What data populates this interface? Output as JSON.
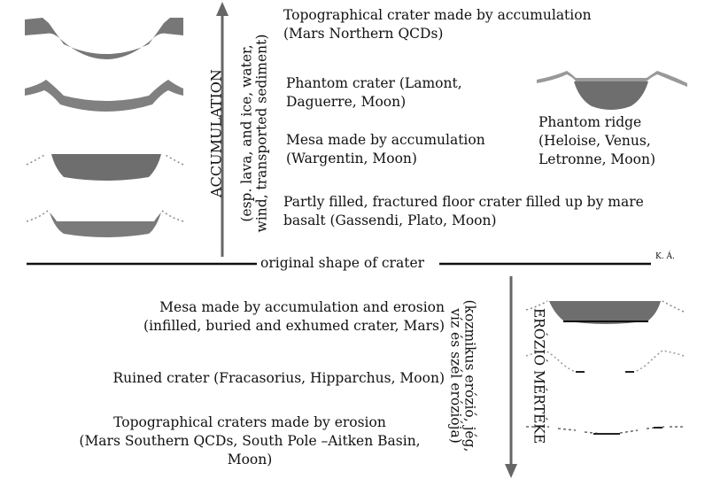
{
  "accumulation": {
    "axis_title": "ACCUMULATION",
    "axis_sub1": "(esp. lava, and ice, water,",
    "axis_sub2": "wind, transported sediment)",
    "items": [
      {
        "line1": "Topographical crater made by accumulation",
        "line2": "(Mars Northern QCDs)"
      },
      {
        "line1": "Phantom crater (Lamont,",
        "line2": "Daguerre, Moon)"
      },
      {
        "line1": "Mesa made by accumulation",
        "line2": "(Wargentin, Moon)"
      },
      {
        "line1": "Partly filled, fractured floor crater filled up by mare",
        "line2": "basalt (Gassendi, Plato, Moon)"
      }
    ],
    "ridge": {
      "line1": "Phantom ridge",
      "line2": "(Heloise, Venus,",
      "line3": "Letronne, Moon)"
    }
  },
  "baseline": {
    "label": "original shape of crater",
    "signature": "K. Á."
  },
  "erosion": {
    "axis_title": "ERÓZIÓ MÉRTÉKE",
    "axis_sub1": "(kozmikus erózió, jég,",
    "axis_sub2": "víz és szél eróziója)",
    "items": [
      {
        "line1": "Mesa made by accumulation and erosion",
        "line2": "(infilled, buried and exhumed crater, Mars)"
      },
      {
        "line1": "Ruined crater (Fracasorius, Hipparchus, Moon)"
      },
      {
        "line1": "Topographical craters made by erosion",
        "line2": "(Mars Southern QCDs, South Pole –Aitken Basin,",
        "line3": "Moon)"
      }
    ]
  }
}
